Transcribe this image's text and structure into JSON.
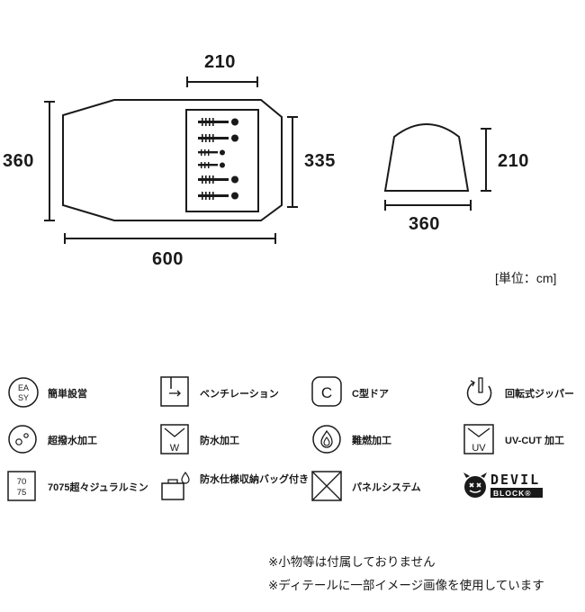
{
  "dimensions": {
    "top_inner_width": "210",
    "left_height": "360",
    "right_height": "335",
    "bottom_length": "600",
    "side_height": "210",
    "side_width": "360"
  },
  "unit_label": "[単位：cm]",
  "features": [
    {
      "icon": "easy-icon",
      "label": "簡単設営",
      "icon_text_1": "EA",
      "icon_text_2": "SY"
    },
    {
      "icon": "ventilation-icon",
      "label": "ベンチレーション"
    },
    {
      "icon": "c-door-icon",
      "label": "C型ドア",
      "icon_text_1": "C"
    },
    {
      "icon": "rotating-zipper-icon",
      "label": "回転式ジッパー"
    },
    {
      "icon": "water-repellent-icon",
      "label": "超撥水加工"
    },
    {
      "icon": "waterproof-icon",
      "label": "防水加工",
      "icon_text_1": "W"
    },
    {
      "icon": "flame-retardant-icon",
      "label": "難燃加工"
    },
    {
      "icon": "uv-cut-icon",
      "label": "UV-CUT 加工",
      "icon_text_1": "UV"
    },
    {
      "icon": "aluminum-7075-icon",
      "label": "7075超々ジュラルミン",
      "icon_text_1": "70",
      "icon_text_2": "75"
    },
    {
      "icon": "waterproof-bag-icon",
      "label": "防水仕様収納バッグ付き"
    },
    {
      "icon": "panel-system-icon",
      "label": "パネルシステム"
    },
    {
      "icon": "devil-block-logo-icon",
      "label": "",
      "icon_text_1": "DEVIL",
      "icon_text_2": "BLOCK®"
    }
  ],
  "notes": [
    "※小物等は付属しておりません",
    "※ディテールに一部イメージ画像を使用しています"
  ]
}
